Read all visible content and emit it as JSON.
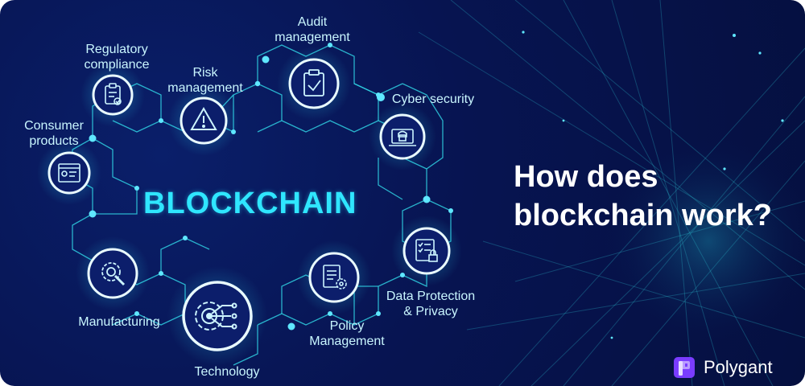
{
  "center_label": "BLOCKCHAIN",
  "headline": {
    "line1": "How does",
    "line2": "blockchain work?"
  },
  "brand": {
    "name": "Polygant"
  },
  "nodes": [
    {
      "id": "regulatory",
      "label_lines": [
        "Regulatory",
        "compliance"
      ],
      "icon": "clipboard-check-icon"
    },
    {
      "id": "risk",
      "label_lines": [
        "Risk",
        "management"
      ],
      "icon": "warning-triangle-icon"
    },
    {
      "id": "audit",
      "label_lines": [
        "Audit",
        "management"
      ],
      "icon": "clipboard-check-icon"
    },
    {
      "id": "cyber",
      "label_lines": [
        "Cyber security"
      ],
      "icon": "laptop-lock-icon"
    },
    {
      "id": "consumer",
      "label_lines": [
        "Consumer",
        "products"
      ],
      "icon": "browser-window-icon"
    },
    {
      "id": "manufacturing",
      "label_lines": [
        "Manufacturing"
      ],
      "icon": "gear-wrench-icon"
    },
    {
      "id": "technology",
      "label_lines": [
        "Technology"
      ],
      "icon": "gear-circuit-icon"
    },
    {
      "id": "policy",
      "label_lines": [
        "Policy",
        "Management"
      ],
      "icon": "document-gear-icon"
    },
    {
      "id": "dataprotection",
      "label_lines": [
        "Data Protection",
        "& Privacy"
      ],
      "icon": "checklist-lock-icon"
    }
  ],
  "colors": {
    "background": "#071451",
    "accent": "#2fe6ff",
    "text": "#ffffff",
    "brand": "#7a3cff"
  }
}
